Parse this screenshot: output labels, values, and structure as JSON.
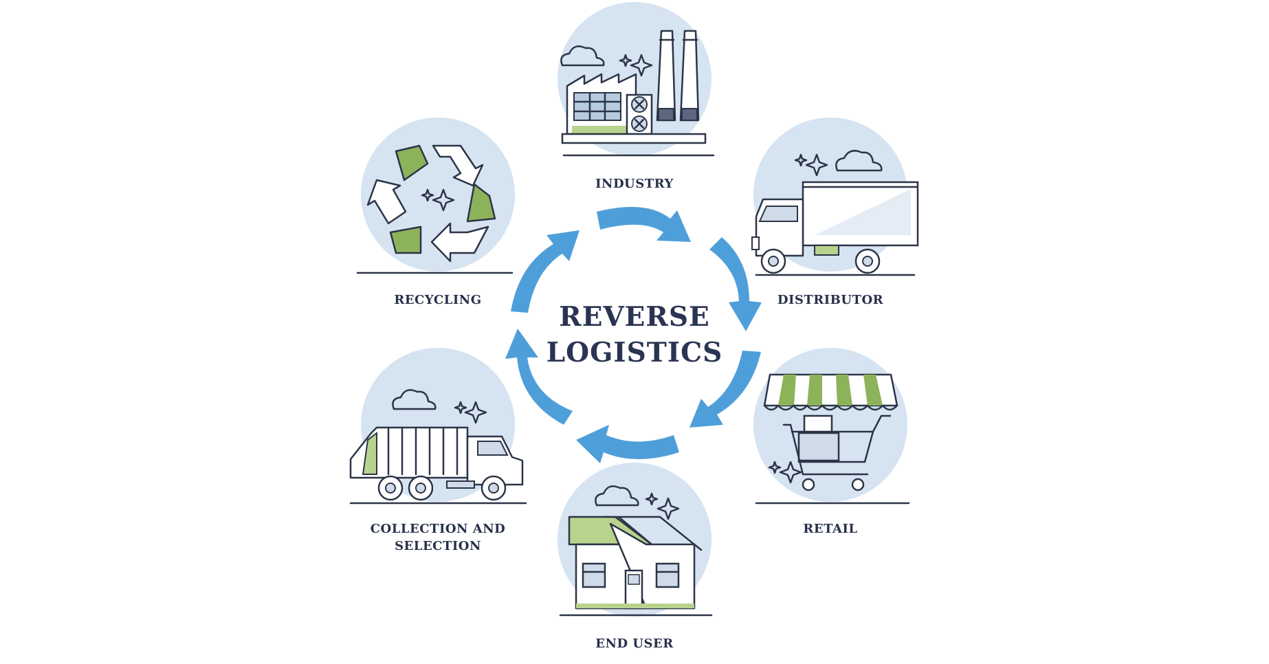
{
  "title": {
    "line1": "REVERSE",
    "line2": "LOGISTICS"
  },
  "stages": {
    "industry": "INDUSTRY",
    "distributor": "DISTRIBUTOR",
    "retail": "RETAIL",
    "end_user": "END USER",
    "collection_line1": "COLLECTION AND",
    "collection_line2": "SELECTION",
    "recycling": "RECYCLING"
  },
  "colors": {
    "arrow": "#4e9fd9",
    "circle_bg": "#d6e3f1",
    "accent_green": "#8db35a",
    "outline": "#2b3447",
    "text": "#27304a"
  }
}
